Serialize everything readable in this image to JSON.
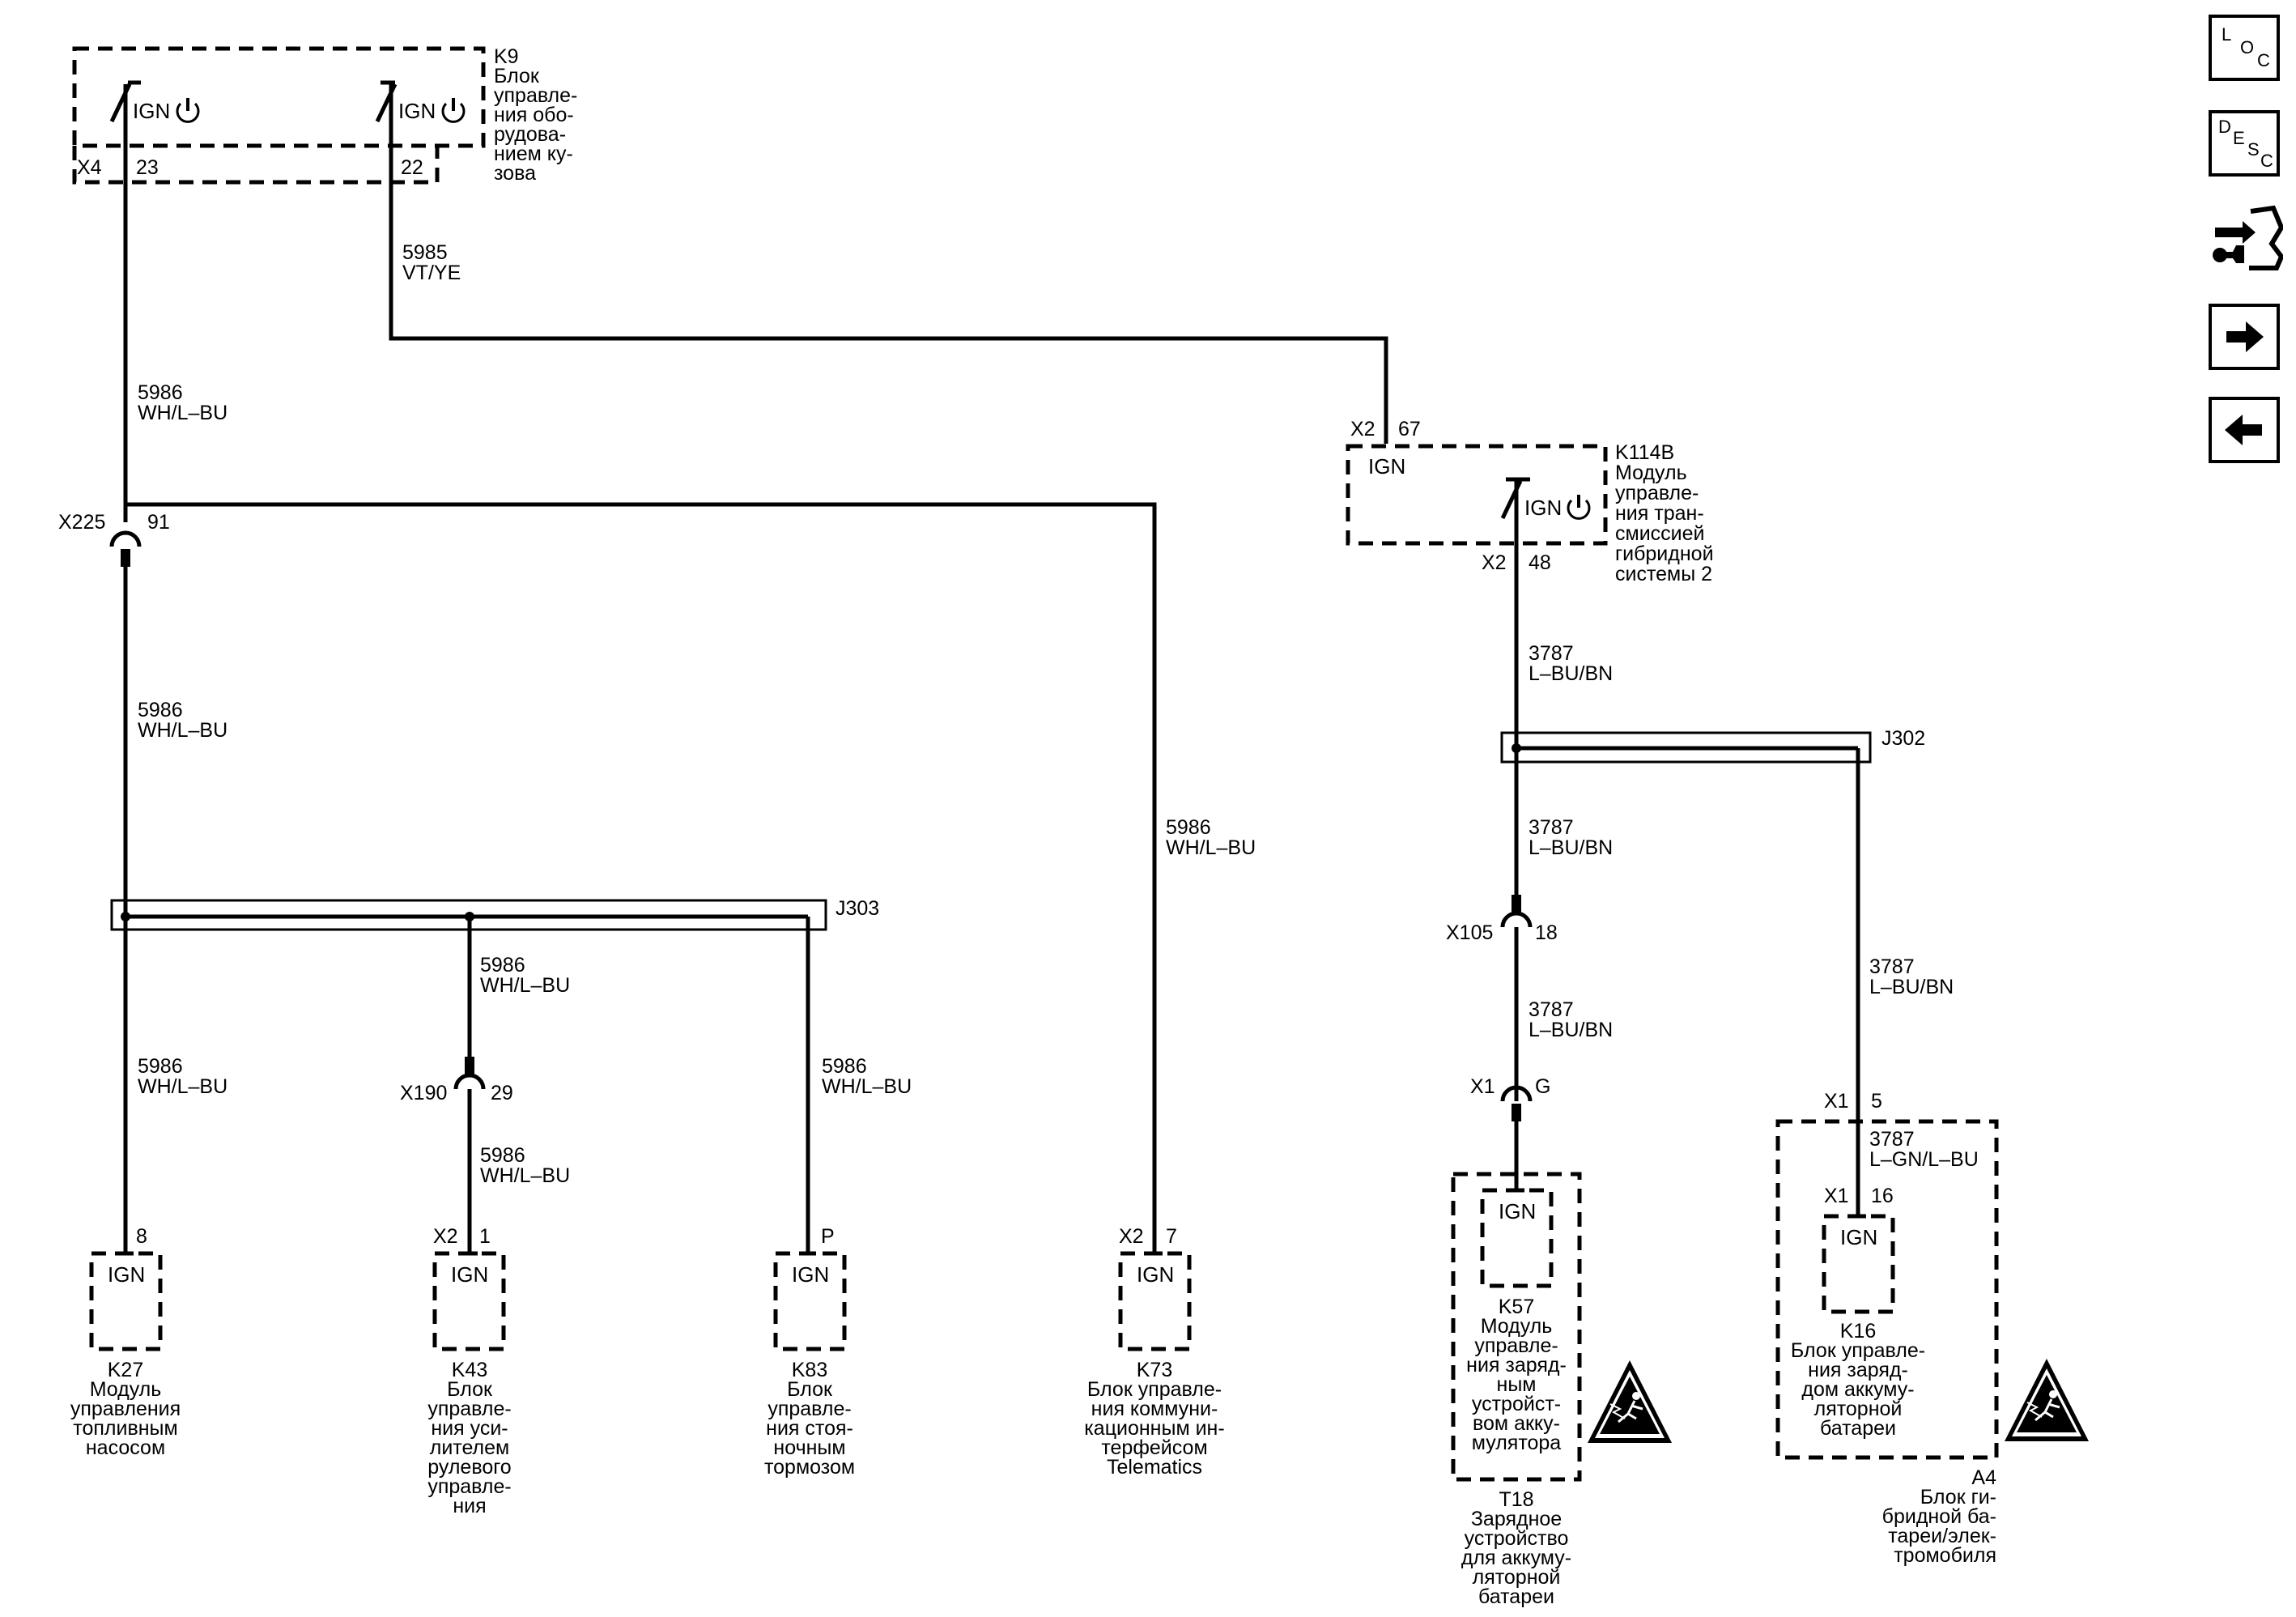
{
  "modules": {
    "k9": {
      "id": "K9",
      "lines": [
        "Блок",
        "управле-",
        "ния обо-",
        "рудова-",
        "нием ку-",
        "зова"
      ],
      "connector": "X4",
      "pins": [
        "23",
        "22"
      ]
    },
    "k114b": {
      "id": "K114B",
      "lines": [
        "Модуль",
        "управле-",
        "ния тран-",
        "смиссией",
        "гибридной",
        "системы 2"
      ],
      "top_conn": "X2",
      "top_pin": "67",
      "bottom_conn": "X2",
      "bottom_pin": "48"
    },
    "k27": {
      "id": "K27",
      "lines": [
        "Модуль",
        "управления",
        "топливным",
        "насосом"
      ],
      "pin": "8"
    },
    "k43": {
      "id": "K43",
      "lines": [
        "Блок",
        "управле-",
        "ния уси-",
        "лителем",
        "рулевого",
        "управле-",
        "ния"
      ],
      "conn": "X2",
      "pin": "1"
    },
    "k83": {
      "id": "K83",
      "lines": [
        "Блок",
        "управле-",
        "ния стоя-",
        "ночным",
        "тормозом"
      ],
      "pin": "P"
    },
    "k73": {
      "id": "K73",
      "lines": [
        "Блок управле-",
        "ния коммуни-",
        "кационным ин-",
        "терфейсом",
        "Telematics"
      ],
      "conn": "X2",
      "pin": "7"
    },
    "k57": {
      "id": "K57",
      "lines": [
        "Модуль",
        "управле-",
        "ния заряд-",
        "ным",
        "устройст-",
        "вом акку-",
        "мулятора"
      ]
    },
    "t18": {
      "id": "T18",
      "lines": [
        "Зарядное",
        "устройство",
        "для аккуму-",
        "ляторной",
        "батареи"
      ]
    },
    "k16": {
      "id": "K16",
      "lines": [
        "Блок управле-",
        "ния заряд-",
        "дом аккуму-",
        "ляторной",
        "батареи"
      ],
      "conn": "X1",
      "pin": "16"
    },
    "a4": {
      "id": "A4",
      "lines": [
        "Блок ги-",
        "бридной ба-",
        "тареи/элек-",
        "тромобиля"
      ],
      "conn": "X1",
      "pin": "5"
    }
  },
  "ign": "IGN",
  "wires": {
    "w5985": {
      "circuit": "5985",
      "color": "VT/YE"
    },
    "w5986": {
      "circuit": "5986",
      "color": "WH/L–BU"
    },
    "w3787": {
      "circuit": "3787",
      "color": "L–BU/BN"
    },
    "w3787b": {
      "circuit": "3787",
      "color": "L–GN/L–BU"
    }
  },
  "connectors": {
    "x225": {
      "id": "X225",
      "pin": "91"
    },
    "x190": {
      "id": "X190",
      "pin": "29"
    },
    "x105": {
      "id": "X105",
      "pin": "18"
    },
    "x1g": {
      "id": "X1",
      "pin": "G"
    }
  },
  "splices": {
    "j303": "J303",
    "j302": "J302"
  },
  "nav": {
    "loc": [
      "L",
      "O",
      "C"
    ],
    "desc": [
      "D",
      "E",
      "S",
      "C"
    ],
    "icons": [
      "service-icon",
      "arrow-right-icon",
      "arrow-left-icon"
    ]
  }
}
